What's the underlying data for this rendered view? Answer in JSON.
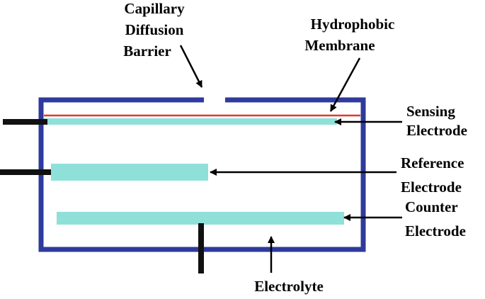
{
  "labels": {
    "capillary": [
      "Capillary",
      "Diffusion",
      "Barrier"
    ],
    "membrane": [
      "Hydrophobic",
      "Membrane"
    ],
    "sensing": [
      "Sensing",
      "Electrode"
    ],
    "reference": [
      "Reference",
      "Electrode"
    ],
    "counter": [
      "Counter",
      "Electrode"
    ],
    "electrolyte": "Electrolyte"
  },
  "colors": {
    "housing": "#2e3a9c",
    "electrode": "#8fe0d8",
    "membrane": "#e0392b",
    "lead": "#111111",
    "arrow": "#000000"
  }
}
